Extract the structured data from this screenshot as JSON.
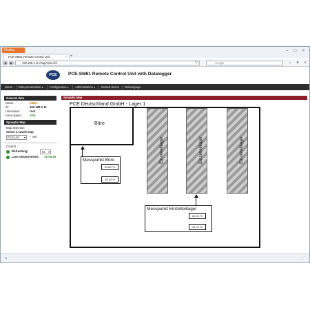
{
  "browser": {
    "button_label": "Firefox",
    "tab_title": "PCE-SM61 Remote Control Unit",
    "tab_close": "×",
    "new_tab": "+",
    "url": "192.168.1.11 /map/view.cfd",
    "search_placeholder": "Google",
    "win_minimize": "–",
    "win_maximize": "□",
    "win_close": "×"
  },
  "header": {
    "logo_text": "PCE",
    "title": "PCE-SM61 Remote Control Unit with Datalogger"
  },
  "menu": [
    {
      "label": "Home"
    },
    {
      "label": "Data presentation ▾"
    },
    {
      "label": "Configuration ▾"
    },
    {
      "label": "Administration ▾"
    },
    {
      "label": "Restart device"
    },
    {
      "label": "Reload page"
    }
  ],
  "sidebar": {
    "general_title": "General data",
    "name_label": "Name:",
    "name_value": "SM61",
    "ip_label": "IP:",
    "ip_value": "192.168.1.11",
    "user_label": "Username:",
    "user_value": "root",
    "space_label": "Used space:",
    "space_value": "10%",
    "synoptic_title": "Synoptic Map",
    "map_selection": "Map selection",
    "select_saved": "Select a saved map",
    "map_select_value": "PCELAG",
    "set_label": "Set",
    "control_title": "Control",
    "refreshing_label": "Refreshing:",
    "refresh_value": "5s",
    "last_label": "Last measurement:",
    "last_value": "15:05:25"
  },
  "main": {
    "section_title": "Synoptic Map",
    "map_title": "PCE Deutschland GmbH - Lager 1",
    "office_label": "Büro",
    "racks": [
      "Einzelteillager",
      "Einzelteillager",
      "Einzelteillager"
    ],
    "sensor1": {
      "label": "Messpunkt Büro",
      "temp": "23.80 °C",
      "humidity": "35.93 %"
    },
    "sensor2": {
      "label": "Messpunkt Einzelteillager",
      "temp": "24.04 °C",
      "humidity": "34.79 %"
    }
  },
  "colors": {
    "menubar": "#2e2e2e",
    "section_header": "#8f1f2b",
    "name_value": "#c07a10",
    "ok_green": "#2e8b2e"
  },
  "icons": [
    "firefox-icon",
    "back-icon",
    "forward-icon",
    "home-icon",
    "bookmark-icon",
    "refresh-icon",
    "check-icon"
  ]
}
